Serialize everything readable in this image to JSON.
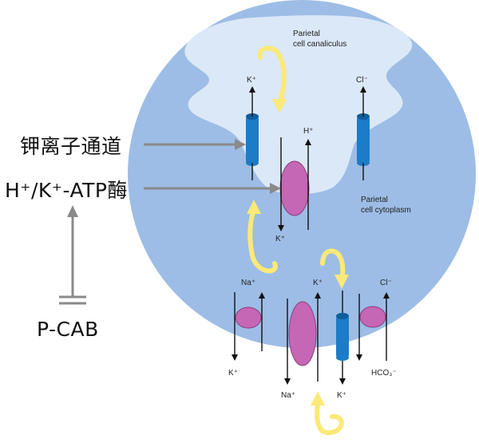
{
  "labels": {
    "canaliculus": [
      "Parietal",
      "cell canaliculus"
    ],
    "cytoplasm": [
      "Parietal",
      "cell cytoplasm"
    ],
    "side_channel": "钾离子通道",
    "side_pump": "H⁺/K⁺-ATP酶",
    "side_pcab": "P-CAB"
  },
  "ions": {
    "k_top": "K⁺",
    "cl_top": "Cl⁻",
    "h_top": "H⁺",
    "k_mid": "K⁺",
    "na_left": "Na⁺",
    "k_center": "K⁺",
    "cl_right": "Cl⁻",
    "k_bottom_left": "K⁺",
    "na_bottom": "Na⁺",
    "k_bottom": "K⁺",
    "hco3": "HCO₃⁻"
  },
  "colors": {
    "cell": "#9dbde6",
    "canaliculus": "#dbe8f7",
    "pump": "#c567b4",
    "channel": "#1c7cc8",
    "flow_arrow": "#fbe978",
    "pointer": "#8a8a8a"
  }
}
